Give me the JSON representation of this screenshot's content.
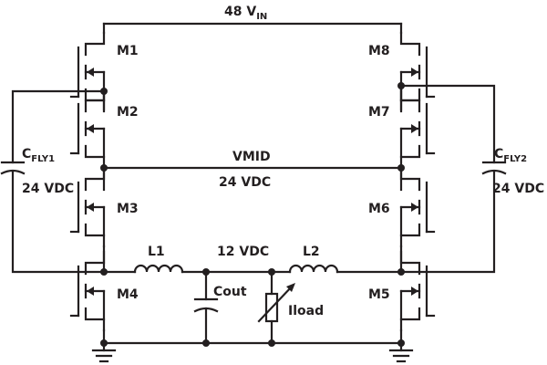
{
  "labels": {
    "vin": "48 V",
    "vin_sub": "IN",
    "vmid": "VMID",
    "vmid_voltage": "24 VDC",
    "out_voltage": "12 VDC",
    "cfly1": "C",
    "cfly1_sub": "FLY1",
    "cfly1_voltage": "24 VDC",
    "cfly2": "C",
    "cfly2_sub": "FLY2",
    "cfly2_voltage": "24 VDC",
    "l1": "L1",
    "l2": "L2",
    "cout": "Cout",
    "iload": "Iload"
  },
  "transistors": {
    "m1": "M1",
    "m2": "M2",
    "m3": "M3",
    "m4": "M4",
    "m5": "M5",
    "m6": "M6",
    "m7": "M7",
    "m8": "M8"
  }
}
